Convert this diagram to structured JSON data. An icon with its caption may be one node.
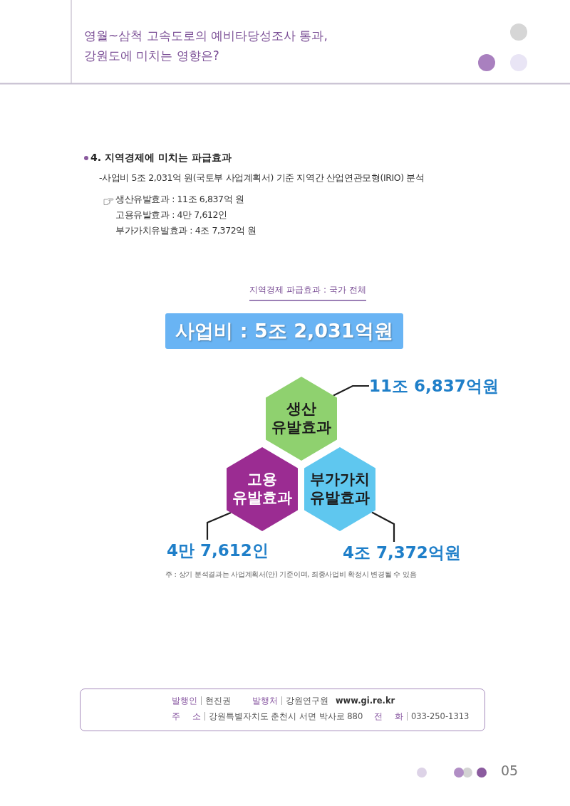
{
  "diagram": {
    "title": "영월~삼척 고속도로의 예비타당성조사 통과, 강원도에 미치는 영향은?",
    "caption": "주 : 상기 분석결과는 사업계획서(안) 기준이며, 최종사업비 확정시 변경될 수 있음",
    "nodes": [
      {
        "text": [
          "사업비 : 5조 2,031억원"
        ]
      },
      {
        "text": [
          "생산 유발효과"
        ]
      },
      {
        "text": [
          "고용 유발효과"
        ]
      },
      {
        "text": [
          "부가가치 유발효과"
        ]
      },
      {
        "text": [
          "11조 6,837억원"
        ]
      },
      {
        "text": [
          "4만 7,612인"
        ]
      },
      {
        "text": [
          "4조 7,372억원"
        ]
      },
      {
        "text": [
          "발행인",
          "현진권",
          "발행처",
          "강원연구원",
          "www.gi.re.kr",
          "주 소",
          "강원특별자치도 춘천시 서면 박사로 880",
          "전 화",
          "033-250-1313"
        ]
      }
    ],
    "edges": [
      {
        "from": 4,
        "to": 1,
        "arrow": "none"
      },
      {
        "from": 5,
        "to": 2,
        "arrow": "none"
      },
      {
        "from": 6,
        "to": 3,
        "arrow": "none"
      }
    ],
    "labels": [
      "4. 지역경제에 미치는 파급효과",
      "-사업비 5조 2,031억 원(국토부 사업계획서) 기준 지역간 산업연관모형(IRIO) 분석",
      "생산유발효과 : 11조 6,837억 원",
      "고용유발효과 : 4만 7,612인",
      "부가가치유발효과 : 4조 7,372억 원",
      "지역경제 파급효과 : 국가 전체",
      "05"
    ]
  }
}
